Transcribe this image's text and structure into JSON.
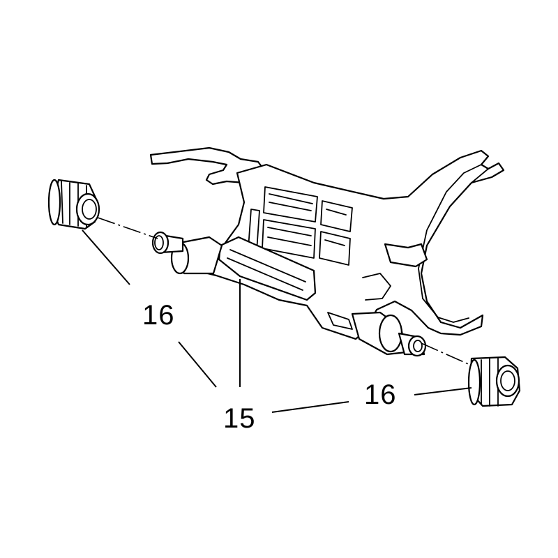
{
  "callouts": {
    "label_16_left": "16",
    "label_15": "15",
    "label_16_right": "16"
  }
}
